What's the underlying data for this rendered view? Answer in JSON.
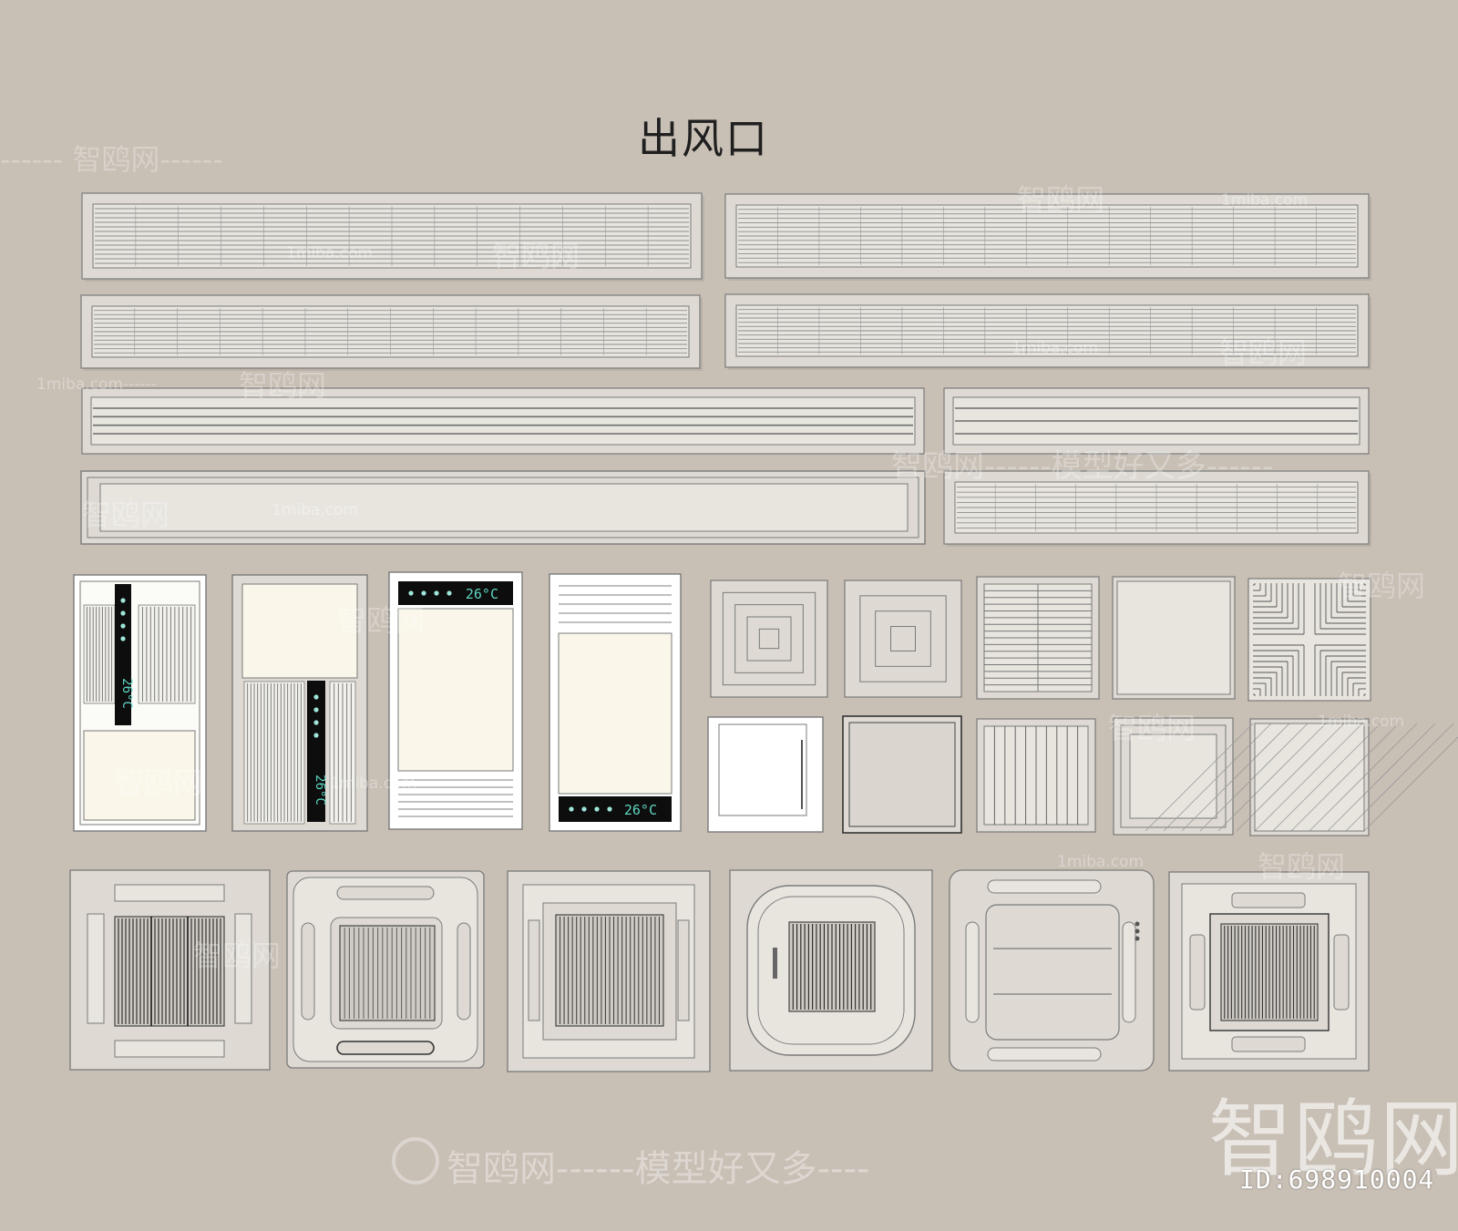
{
  "title": "出风口",
  "watermarks": {
    "brand": "智鸥网",
    "site": "1miba.com",
    "slogan": "智鸥网------模型好又多------",
    "slogan_short": "智鸥网------模型好又多----",
    "dash_brand": "------ 智鸥网------",
    "dash_site": "1miba.com------",
    "id": "ID:698910004"
  },
  "colors": {
    "background": "#c8bfb5",
    "panel": "#dedad3",
    "panel_light": "#e8e5df",
    "cream": "#faf7ea",
    "line": "#7a7a7a",
    "display": "#0d0d0d",
    "display_text": "#5fd6c2"
  },
  "display_readout": "26°C"
}
